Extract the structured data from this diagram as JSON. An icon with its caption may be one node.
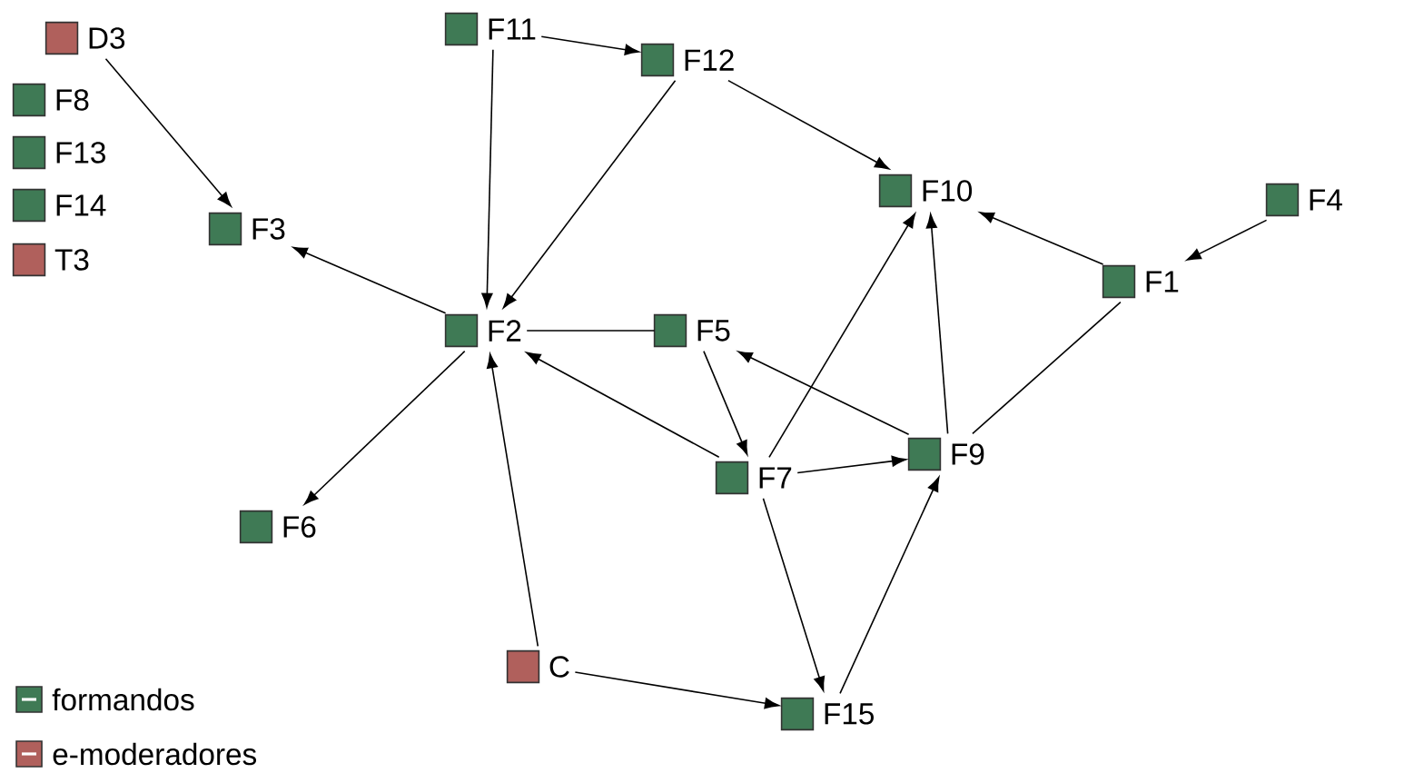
{
  "diagram": {
    "nodes": [
      {
        "text": [
          "F11"
        ]
      },
      {
        "text": [
          "D3"
        ]
      },
      {
        "text": [
          "F12"
        ]
      },
      {
        "text": [
          "F8"
        ]
      },
      {
        "text": [
          "F13"
        ]
      },
      {
        "text": [
          "F10"
        ]
      },
      {
        "text": [
          "F4"
        ]
      },
      {
        "text": [
          "F14"
        ]
      },
      {
        "text": [
          "F3"
        ]
      },
      {
        "text": [
          "T3"
        ]
      },
      {
        "text": [
          "F1"
        ]
      },
      {
        "text": [
          "F2"
        ]
      },
      {
        "text": [
          "F5"
        ]
      },
      {
        "text": [
          "F9"
        ]
      },
      {
        "text": [
          "F7"
        ]
      },
      {
        "text": [
          "F6"
        ]
      },
      {
        "text": [
          "C"
        ]
      },
      {
        "text": [
          "F15"
        ]
      }
    ],
    "edges": [
      {
        "from": 1,
        "to": 8,
        "arrow": "to"
      },
      {
        "from": 0,
        "to": 2,
        "arrow": "to"
      },
      {
        "from": 0,
        "to": 11,
        "arrow": "to"
      },
      {
        "from": 2,
        "to": 11,
        "arrow": "to"
      },
      {
        "from": 2,
        "to": 5,
        "arrow": "to"
      },
      {
        "from": 11,
        "to": 8,
        "arrow": "to"
      },
      {
        "from": 11,
        "to": 15,
        "arrow": "to"
      },
      {
        "from": 11,
        "to": 12,
        "arrow": "none"
      },
      {
        "from": 12,
        "to": 14,
        "arrow": "to"
      },
      {
        "from": 14,
        "to": 11,
        "arrow": "to"
      },
      {
        "from": 16,
        "to": 11,
        "arrow": "to"
      },
      {
        "from": 16,
        "to": 17,
        "arrow": "to"
      },
      {
        "from": 14,
        "to": 5,
        "arrow": "to"
      },
      {
        "from": 14,
        "to": 13,
        "arrow": "to"
      },
      {
        "from": 14,
        "to": 17,
        "arrow": "to"
      },
      {
        "from": 17,
        "to": 13,
        "arrow": "to"
      },
      {
        "from": 13,
        "to": 12,
        "arrow": "to"
      },
      {
        "from": 13,
        "to": 5,
        "arrow": "to"
      },
      {
        "from": 10,
        "to": 5,
        "arrow": "to"
      },
      {
        "from": 13,
        "to": 10,
        "arrow": "none"
      },
      {
        "from": 6,
        "to": 10,
        "arrow": "to"
      }
    ],
    "legend": [
      {
        "text": "formandos",
        "color": "#3f7a55"
      },
      {
        "text": "e-moderadores",
        "color": "#b0605c"
      }
    ]
  }
}
